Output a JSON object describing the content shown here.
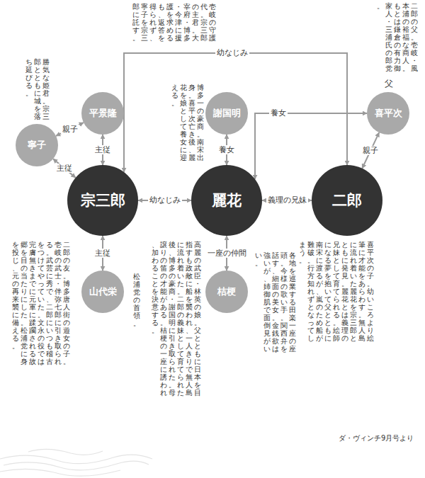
{
  "diagram": {
    "nodes": [
      {
        "text": [
          "平景隆",
          "壱岐の守護代。宗三郎の主君。大宰府・博多・今津に援護を求めるも、返答を得られず、寧子を宗三郎に託す。"
        ]
      },
      {
        "text": [
          "謝国明",
          "博多一の豪商。南宋出身。喜平次亡き後、麗花を娘として養女に迎える。"
        ]
      },
      {
        "text": [
          "喜平次",
          "二郎の父。壱岐・風本浦の裕福な商人。もとは鎌倉の有力御家人・三浦氏の郎党。"
        ]
      },
      {
        "text": [
          "寧子",
          "勝気な姫君。宗三郎とともに城を落ち延びる。"
        ]
      },
      {
        "text": [
          "宗三郎",
          "二郎の友。博多唐人街の遊女の子。壱岐の武士・伴弥七郎に引き取られる。武芸に秀で、二郎にいつも稽古をつけてやっていた。文永の役では完膚無きまでに元軍に蹂躙される故郷を目の当たりにした。松浦党に身を投じ、元の再来襲に備える。"
        ]
      },
      {
        "text": [
          "麗花",
          "高麗の武臣・林英の娘。父とともに日本を目指すも政敵に船を襲われ、一人きりで無人島に流れ着いた。二郎の義妹として育てられた後、博多の豪商・謝国明に引き取られた。母譲りの笛の才能がある。桔梗の一座に誘われ、加わることを決意する。"
        ]
      },
      {
        "text": [
          "二郎",
          "喜平次の子。幼いころより絵筆に才能をあらわす。無人島に流れ着いた麗花を宗三郎とともに発見。麗花とは義理の兄妹として育てられる。絵師になる夢を抱いて父とともに南宋に渡るが、嵐のため船が難破。行方知れずとなってしまう。"
        ]
      },
      {
        "text": [
          "山代栄",
          "松浦党の首領。"
        ]
      },
      {
        "text": [
          "桔梗",
          "各地を巡業する田楽一座の座頭。今様の歌い手。関西弁を話す、細面の美女。金銭欲は強いが、姉御肌で面倒見がいい。"
        ]
      }
    ],
    "edges": [
      {
        "from": 0,
        "to": 3,
        "label": "親子",
        "arrow": "both"
      },
      {
        "from": 0,
        "to": 4,
        "label": "主従",
        "arrow": "both"
      },
      {
        "from": 3,
        "to": 4,
        "label": "主従",
        "arrow": "both"
      },
      {
        "from": 4,
        "to": 5,
        "label": "幼なじみ",
        "arrow": "both"
      },
      {
        "from": 4,
        "to": 6,
        "label": "幼なじみ",
        "arrow": "both"
      },
      {
        "from": 4,
        "to": 7,
        "label": "主従",
        "arrow": "both"
      },
      {
        "from": 5,
        "to": 6,
        "label": "義理の兄妹",
        "arrow": "both"
      },
      {
        "from": 1,
        "to": 5,
        "label": "養女",
        "arrow": "both"
      },
      {
        "from": 2,
        "to": 5,
        "label": "養女",
        "arrow": "both"
      },
      {
        "from": 2,
        "to": 6,
        "label": "親子",
        "arrow": "both"
      },
      {
        "from": 5,
        "to": 8,
        "label": "一座の仲間",
        "arrow": "both"
      }
    ],
    "labels": [
      "父",
      "ダ・ヴィンチ9月号より"
    ]
  }
}
